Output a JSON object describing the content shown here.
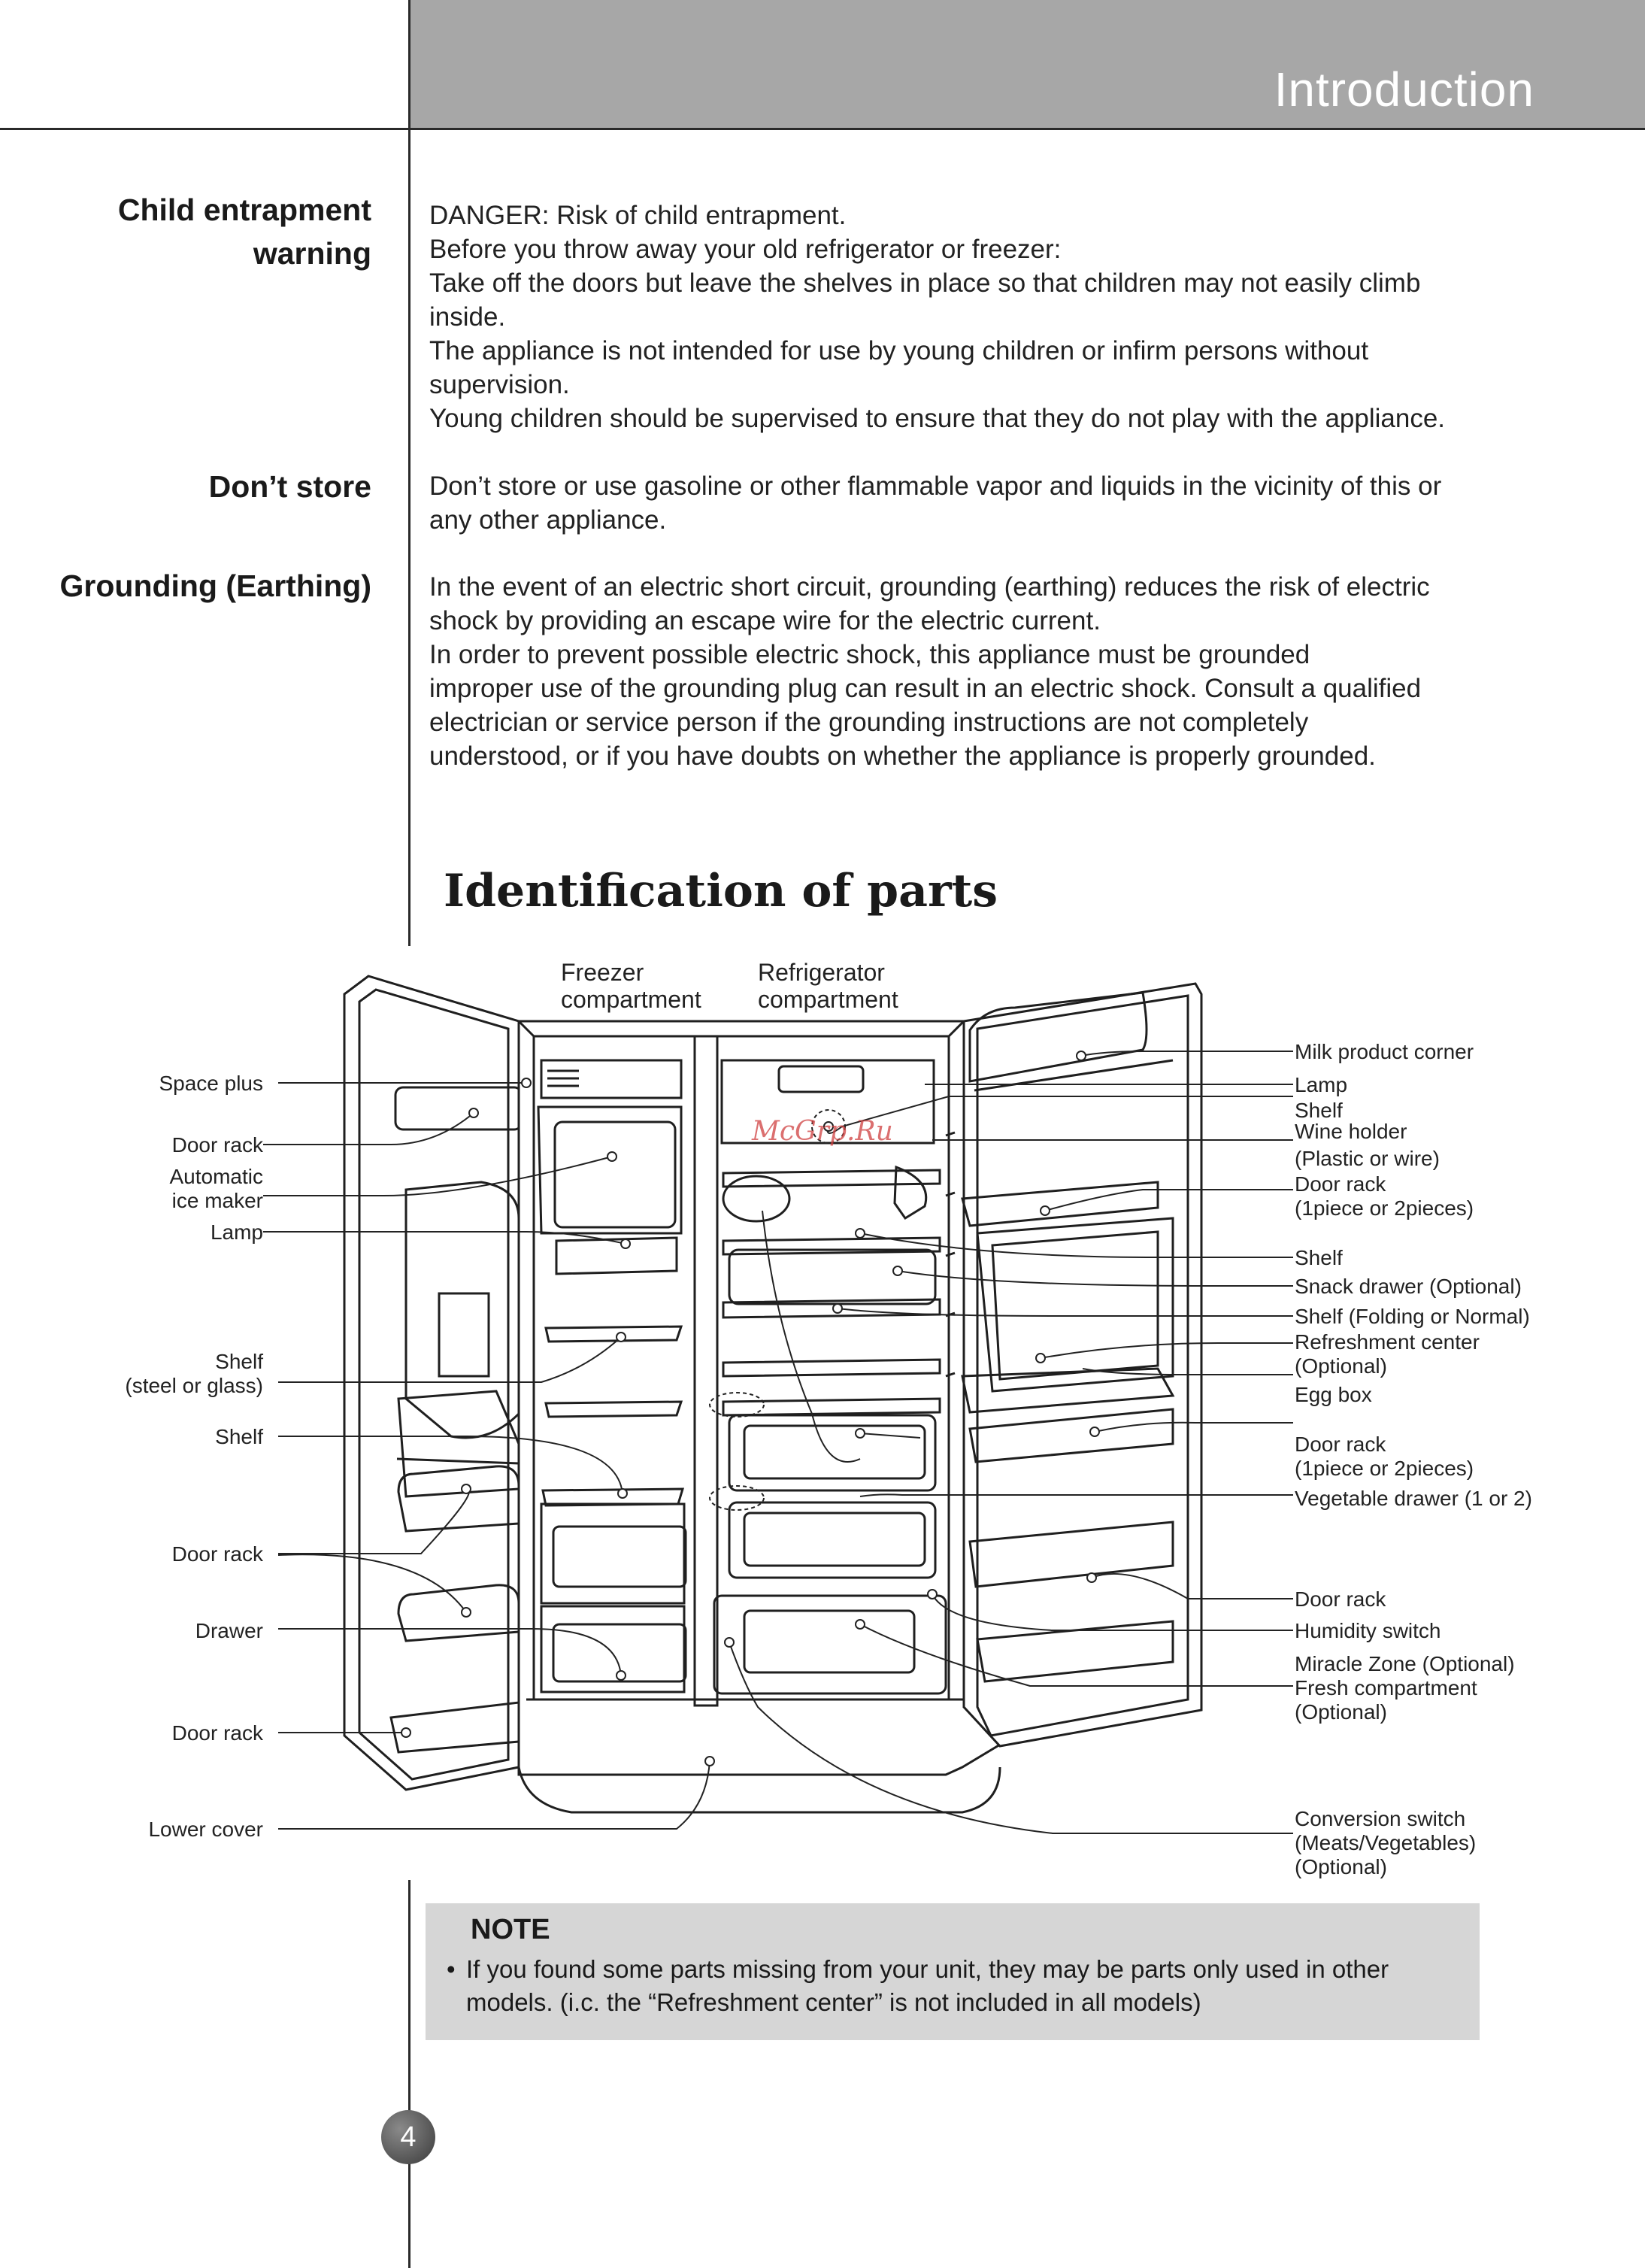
{
  "header": {
    "title": "Introduction"
  },
  "sections": [
    {
      "heading_lines": [
        "Child entrapment",
        "warning"
      ],
      "lines": [
        "DANGER: Risk of child entrapment.",
        "Before you throw  away your old refrigerator or freezer:",
        "Take off the doors but leave the shelves in place so that children may not easily climb",
        "inside.",
        "The appliance is not intended for use by young children or infirm persons without",
        "supervision.",
        "Young children should be supervised to ensure that they do not play with the appliance."
      ]
    },
    {
      "heading_lines": [
        "Don’t store"
      ],
      "lines": [
        "Don’t store or use gasoline or other flammable vapor and liquids in the vicinity of this or",
        "any other appliance."
      ]
    },
    {
      "heading_lines": [
        "Grounding (Earthing)"
      ],
      "lines": [
        "In the event of an electric short circuit, grounding (earthing) reduces the risk of electric",
        "shock by providing an escape wire for the electric current.",
        "In order to prevent possible electric shock, this appliance must be grounded",
        "improper use of the grounding plug can result in an electric shock. Consult a qualified",
        "electrician or service person if the grounding instructions are not completely",
        "understood, or if you have doubts on whether the appliance is properly grounded."
      ]
    }
  ],
  "parts": {
    "title": "Identification of parts",
    "compartments": {
      "freezer": [
        "Freezer",
        "compartment"
      ],
      "refrigerator": [
        "Refrigerator",
        "compartment"
      ]
    },
    "watermark": "McGrp.Ru",
    "left_labels": [
      [
        "Space plus"
      ],
      [
        "Door rack"
      ],
      [
        "Automatic",
        "ice maker"
      ],
      [
        "Lamp"
      ],
      [
        "Shelf",
        "(steel or glass)"
      ],
      [
        "Shelf"
      ],
      [
        "Door rack"
      ],
      [
        "Drawer"
      ],
      [
        "Door rack"
      ],
      [
        "Lower cover"
      ]
    ],
    "right_labels": [
      [
        "Milk product corner"
      ],
      [
        "Lamp"
      ],
      [
        "Shelf"
      ],
      [
        "Wine holder",
        "(Plastic or wire)"
      ],
      [
        "Door rack",
        "(1piece or 2pieces)"
      ],
      [
        "Shelf"
      ],
      [
        "Snack drawer (Optional)"
      ],
      [
        "Shelf (Folding or Normal)"
      ],
      [
        "Refreshment center",
        "(Optional)"
      ],
      [
        "Egg box"
      ],
      [
        "Door rack",
        "(1piece or 2pieces)"
      ],
      [
        "Vegetable drawer (1 or 2)"
      ],
      [
        "Door rack"
      ],
      [
        "Humidity switch"
      ],
      [
        "Miracle Zone (Optional)",
        "Fresh compartment",
        "(Optional)"
      ],
      [
        "Conversion switch",
        "(Meats/Vegetables)",
        "(Optional)"
      ]
    ]
  },
  "note": {
    "title": "NOTE",
    "bullet": "•",
    "lines": [
      "If you found some parts missing from your unit, they may be parts only used in other",
      "models. (i.c. the “Refreshment center” is not included in all models)"
    ]
  },
  "page_number": "4"
}
